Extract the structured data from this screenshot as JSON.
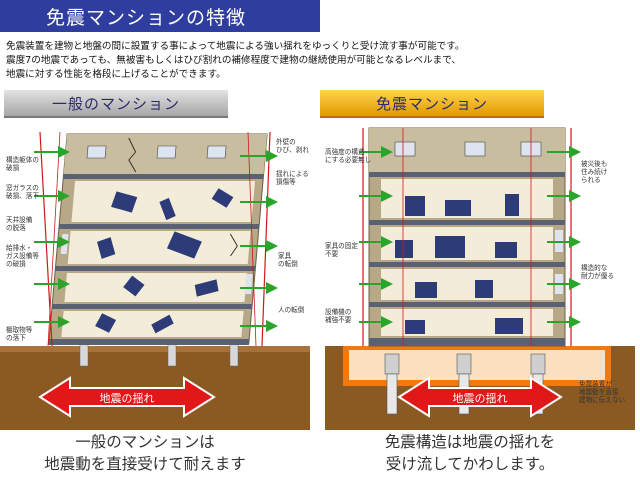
{
  "title": "免震マンションの特徴",
  "description": [
    "免震装置を建物と地盤の間に設置する事によって地震による強い揺れをゆっくりと受け流す事が可能です。",
    "震度7の地震であっても、無被害もしくはひび割れの補修程度で建物の継続使用が可能となるレベルまで、",
    "地震に対する性能を格段に上げることができます。"
  ],
  "left_panel": {
    "header": "一般のマンション",
    "arrow_label": "地震の揺れ",
    "labels_left": [
      "構造躯体の\n破損",
      "窓ガラスの\n破損、落下",
      "天井設備\nの脱落",
      "給排水・\nガス設備等\nの破損",
      "棚取物等\nの落下"
    ],
    "labels_right": [
      "外壁の\nひび、剥れ",
      "揺れによる\n損傷等",
      "家具\nの転倒",
      "人の転倒"
    ],
    "caption": [
      "一般のマンションは",
      "地震動を直接受けて耐えます"
    ]
  },
  "right_panel": {
    "header": "免震マンション",
    "arrow_label": "地震の揺れ",
    "labels_left": [
      "高強度の構造\nにする必要無し",
      "家具の固定\n不要",
      "設備機の\n補強不要"
    ],
    "labels_right": [
      "被災後も\n住み続け\nられる",
      "構造的な\n耐力が優る",
      "免震装置が\n地震動を直接\n建物に伝えない"
    ],
    "caption": [
      "免震構造は地震の揺れを",
      "受け流してかわします。"
    ]
  },
  "colors": {
    "title_bg": "#2f3e9e",
    "arrow_red": "#e01818",
    "ground": "#8a5a22",
    "isolation_layer": "#f07a10",
    "guide_line": "#d01818",
    "green_arrow": "#2aa52a"
  }
}
